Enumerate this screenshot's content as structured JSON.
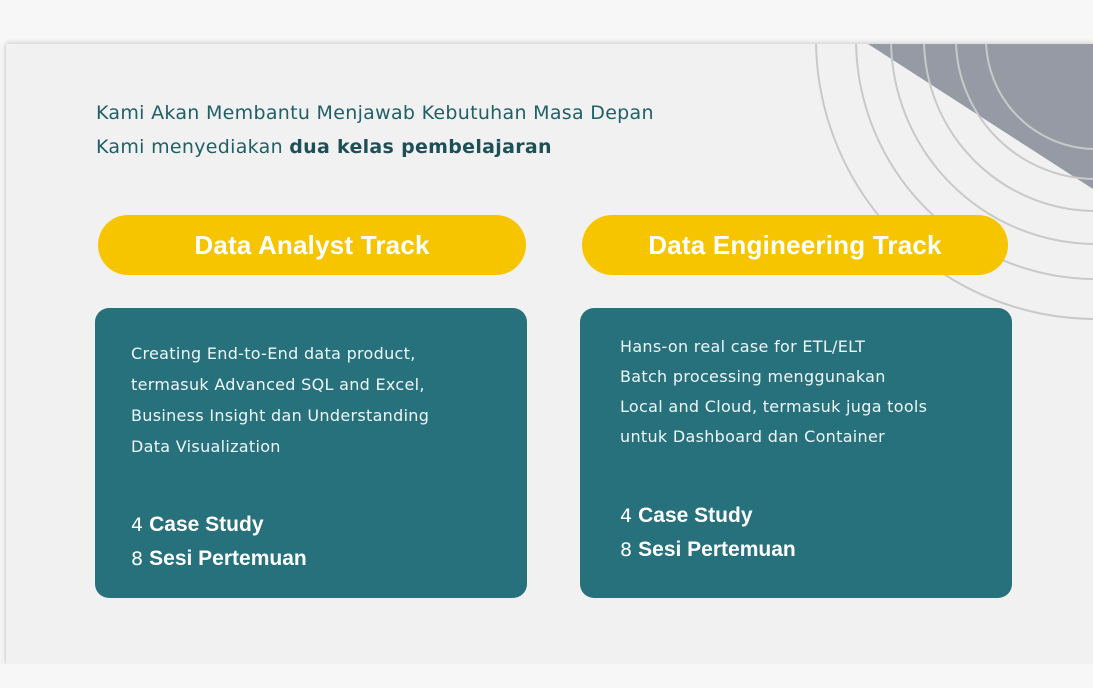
{
  "intro": {
    "line1": "Kami Akan Membantu Menjawab Kebutuhan Masa Depan",
    "line2_prefix": "Kami menyediakan ",
    "line2_bold": "dua kelas pembelajaran"
  },
  "tracks": [
    {
      "title": "Data Analyst Track",
      "description": [
        "Creating End-to-End data product,",
        "termasuk Advanced SQL and Excel,",
        "Business Insight dan Understanding",
        "Data Visualization"
      ],
      "case_count": "4",
      "case_label": "Case Study",
      "session_count": "8",
      "session_label": "Sesi Pertemuan"
    },
    {
      "title": "Data Engineering Track",
      "description": [
        "Hans-on real case for ETL/ELT",
        "Batch processing menggunakan",
        "Local and Cloud, termasuk juga tools",
        "untuk Dashboard dan Container"
      ],
      "case_count": "4",
      "case_label": "Case Study",
      "session_count": "8",
      "session_label": "Sesi Pertemuan"
    }
  ],
  "colors": {
    "accent_yellow": "#f7c500",
    "card_teal": "#26717c",
    "heading_teal": "#1f5f66",
    "deco_gray": "#959aa5"
  }
}
